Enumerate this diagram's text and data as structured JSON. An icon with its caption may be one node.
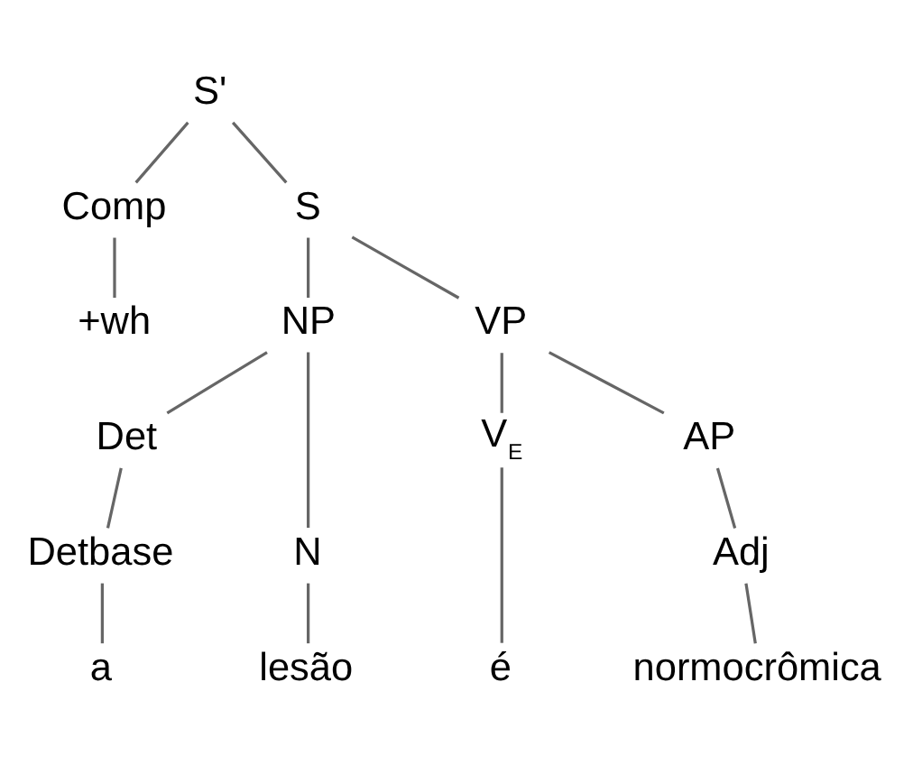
{
  "diagram": {
    "nodes": [
      {
        "text": [
          "S'"
        ]
      },
      {
        "text": [
          "Comp"
        ]
      },
      {
        "text": [
          "+wh"
        ]
      },
      {
        "text": [
          "S"
        ]
      },
      {
        "text": [
          "NP"
        ]
      },
      {
        "text": [
          "VP"
        ]
      },
      {
        "text": [
          "Det"
        ]
      },
      {
        "text": [
          "N"
        ]
      },
      {
        "text": [
          "V$_{E}$"
        ]
      },
      {
        "text": [
          "AP"
        ]
      },
      {
        "text": [
          "Detbase"
        ]
      },
      {
        "text": [
          "Adj"
        ]
      },
      {
        "text": [
          "a"
        ]
      },
      {
        "text": [
          "lesão"
        ]
      },
      {
        "text": [
          "é"
        ]
      },
      {
        "text": [
          "normocrômica"
        ]
      }
    ],
    "edges": [
      {
        "from": 0,
        "to": 1,
        "arrow": "none"
      },
      {
        "from": 1,
        "to": 2,
        "arrow": "none"
      },
      {
        "from": 0,
        "to": 3,
        "arrow": "none"
      },
      {
        "from": 3,
        "to": 4,
        "arrow": "none"
      },
      {
        "from": 3,
        "to": 5,
        "arrow": "none"
      },
      {
        "from": 4,
        "to": 6,
        "arrow": "none"
      },
      {
        "from": 4,
        "to": 7,
        "arrow": "none"
      },
      {
        "from": 5,
        "to": 8,
        "arrow": "none"
      },
      {
        "from": 5,
        "to": 9,
        "arrow": "none"
      },
      {
        "from": 6,
        "to": 10,
        "arrow": "none"
      },
      {
        "from": 9,
        "to": 11,
        "arrow": "none"
      },
      {
        "from": 10,
        "to": 12,
        "arrow": "none"
      },
      {
        "from": 7,
        "to": 13,
        "arrow": "none"
      },
      {
        "from": 8,
        "to": 14,
        "arrow": "none"
      },
      {
        "from": 11,
        "to": 15,
        "arrow": "none"
      }
    ]
  }
}
